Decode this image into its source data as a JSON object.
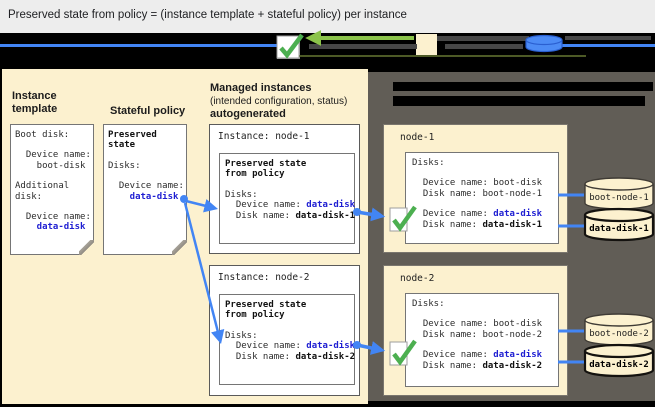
{
  "window": {
    "title": "Preserved state from policy = (instance template + stateful policy) per instance"
  },
  "palette": {
    "cream": "#FCF1CF",
    "dark_panel": "#615D56",
    "blue_accent": "#4285F4",
    "blue_text": "#1E1ED2",
    "green_check": "#4CAF50",
    "green_arrow": "#8BC34A",
    "titlebar_bg": "#EDEDED",
    "background": "#000000"
  },
  "legend": {
    "check_icon": "green-checkmark",
    "template_chip_icon": "cream-square",
    "disk_icon": "blue-disk-cylinder"
  },
  "left_panel": {
    "instance_template": {
      "heading": "Instance template",
      "doc": {
        "lines": [
          "Boot disk:",
          "  Device name:",
          "    boot-disk",
          "Additional",
          "disk:",
          "  Device name:"
        ],
        "highlight_line": "    data-disk"
      }
    },
    "stateful_policy": {
      "heading": "Stateful policy",
      "doc": {
        "header_lines": [
          "Preserved",
          "state"
        ],
        "disks_label": "Disks:",
        "device_label": "  Device name:",
        "highlight_line": "    data-disk"
      }
    },
    "managed_instances": {
      "heading_line1": "Managed instances",
      "heading_line2": "(intended configuration, status)",
      "heading_line3": "autogenerated",
      "instances": [
        {
          "title": "Instance: node-1",
          "inner_heading_lines": [
            "Preserved state",
            "from policy"
          ],
          "disks_label": "Disks:",
          "device_prefix": "  Device name: ",
          "device_value": "data-disk",
          "disk_prefix": "  Disk name: ",
          "disk_value": "data-disk-1"
        },
        {
          "title": "Instance: node-2",
          "inner_heading_lines": [
            "Preserved state",
            "from policy"
          ],
          "disks_label": "Disks:",
          "device_prefix": "  Device name: ",
          "device_value": "data-disk",
          "disk_prefix": "  Disk name: ",
          "disk_value": "data-disk-2"
        }
      ]
    }
  },
  "right_panel": {
    "nodes": [
      {
        "name": "node-1",
        "disks_label": "Disks:",
        "boot_device_line": "  Device name: boot-disk",
        "boot_disk_line": "  Disk name: boot-node-1",
        "data_device_prefix": "  Device name: ",
        "data_device_value": "data-disk",
        "data_disk_prefix": "  Disk name: ",
        "data_disk_value": "data-disk-1",
        "disks": [
          {
            "label": "boot-node-1"
          },
          {
            "label": "data-disk-1"
          }
        ]
      },
      {
        "name": "node-2",
        "disks_label": "Disks:",
        "boot_device_line": "  Device name: boot-disk",
        "boot_disk_line": "  Disk name: boot-node-2",
        "data_device_prefix": "  Device name: ",
        "data_device_value": "data-disk",
        "data_disk_prefix": "  Disk name: ",
        "data_disk_value": "data-disk-2",
        "disks": [
          {
            "label": "boot-node-2"
          },
          {
            "label": "data-disk-2"
          }
        ]
      }
    ]
  }
}
